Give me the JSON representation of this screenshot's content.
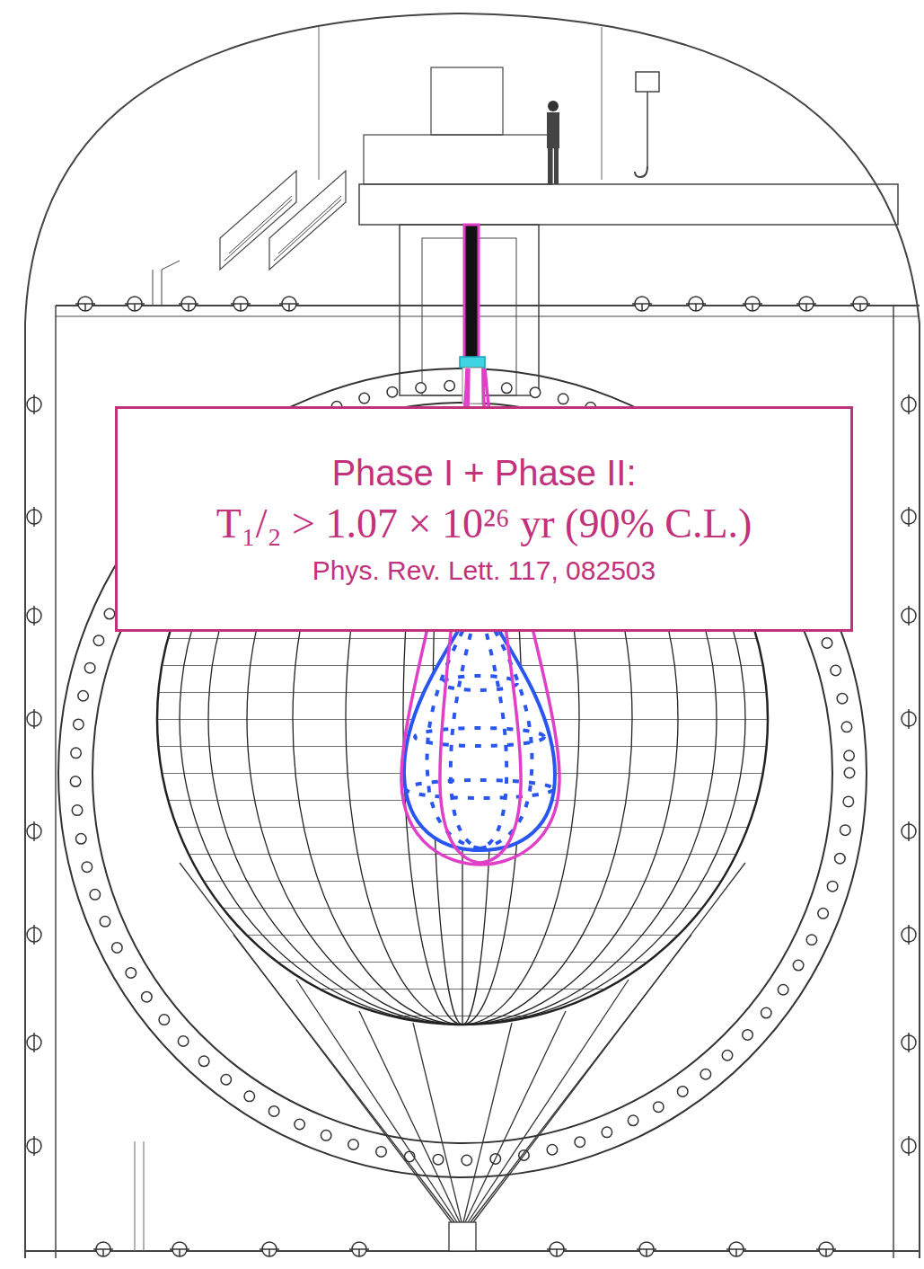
{
  "diagram": {
    "nodes": [
      {
        "text": [
          "Phase I + Phase II:",
          "T₁/₂ > 1.07 × 10²⁶ yr (90% C.L.)",
          "Phys. Rev. Lett. 117, 082503"
        ]
      }
    ]
  }
}
